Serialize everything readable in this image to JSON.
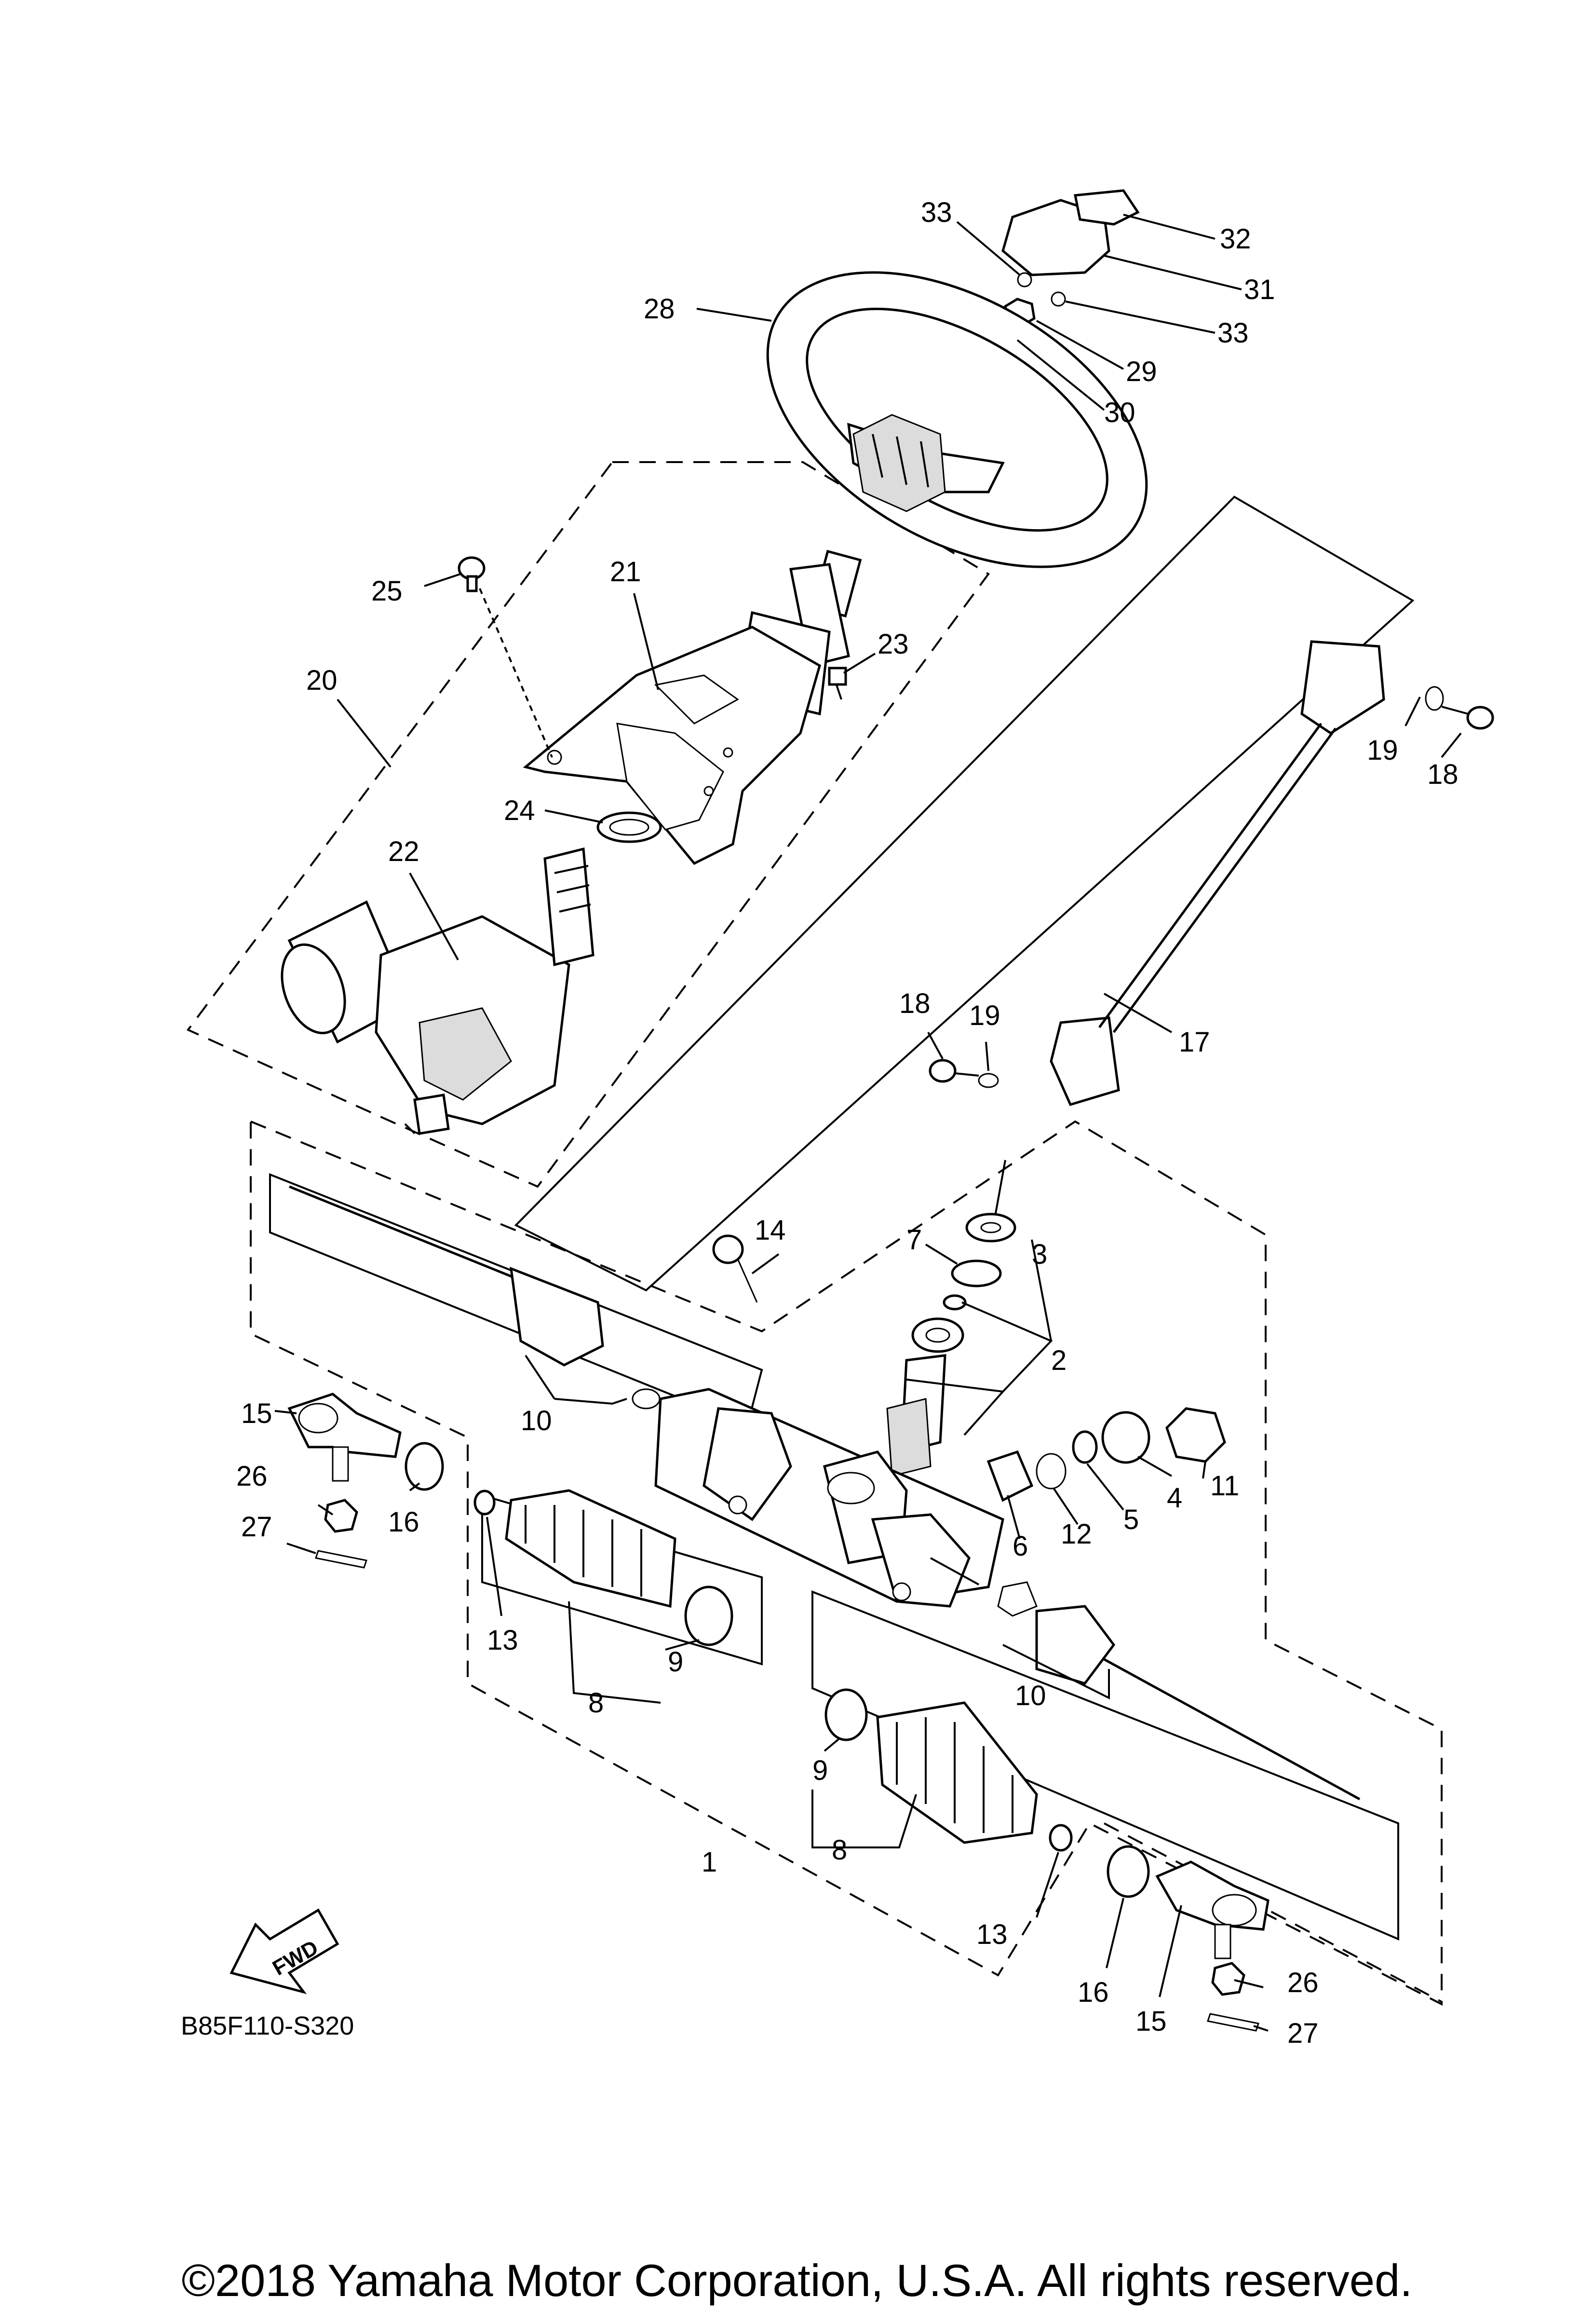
{
  "diagram": {
    "code": "B85F110-S320",
    "copyright": "©2018 Yamaha Motor Corporation, U.S.A. All rights reserved.",
    "fwd_label": "FWD",
    "callouts": [
      {
        "id": "c33a",
        "text": "33"
      },
      {
        "id": "c32",
        "text": "32"
      },
      {
        "id": "c31",
        "text": "31"
      },
      {
        "id": "c33b",
        "text": "33"
      },
      {
        "id": "c28",
        "text": "28"
      },
      {
        "id": "c29",
        "text": "29"
      },
      {
        "id": "c30",
        "text": "30"
      },
      {
        "id": "c25",
        "text": "25"
      },
      {
        "id": "c21",
        "text": "21"
      },
      {
        "id": "c23",
        "text": "23"
      },
      {
        "id": "c20",
        "text": "20"
      },
      {
        "id": "c19a",
        "text": "19"
      },
      {
        "id": "c18a",
        "text": "18"
      },
      {
        "id": "c24",
        "text": "24"
      },
      {
        "id": "c22",
        "text": "22"
      },
      {
        "id": "c18b",
        "text": "18"
      },
      {
        "id": "c19b",
        "text": "19"
      },
      {
        "id": "c17",
        "text": "17"
      },
      {
        "id": "c14",
        "text": "14"
      },
      {
        "id": "c7",
        "text": "7"
      },
      {
        "id": "c3",
        "text": "3"
      },
      {
        "id": "c2",
        "text": "2"
      },
      {
        "id": "c10a",
        "text": "10"
      },
      {
        "id": "c15a",
        "text": "15"
      },
      {
        "id": "c26a",
        "text": "26"
      },
      {
        "id": "c16a",
        "text": "16"
      },
      {
        "id": "c27a",
        "text": "27"
      },
      {
        "id": "c11",
        "text": "11"
      },
      {
        "id": "c4",
        "text": "4"
      },
      {
        "id": "c5",
        "text": "5"
      },
      {
        "id": "c12",
        "text": "12"
      },
      {
        "id": "c6",
        "text": "6"
      },
      {
        "id": "c13a",
        "text": "13"
      },
      {
        "id": "c9a",
        "text": "9"
      },
      {
        "id": "c8a",
        "text": "8"
      },
      {
        "id": "c10b",
        "text": "10"
      },
      {
        "id": "c9b",
        "text": "9"
      },
      {
        "id": "c8b",
        "text": "8"
      },
      {
        "id": "c1",
        "text": "1"
      },
      {
        "id": "c13b",
        "text": "13"
      },
      {
        "id": "c16b",
        "text": "16"
      },
      {
        "id": "c15b",
        "text": "15"
      },
      {
        "id": "c26b",
        "text": "26"
      },
      {
        "id": "c27b",
        "text": "27"
      }
    ]
  }
}
